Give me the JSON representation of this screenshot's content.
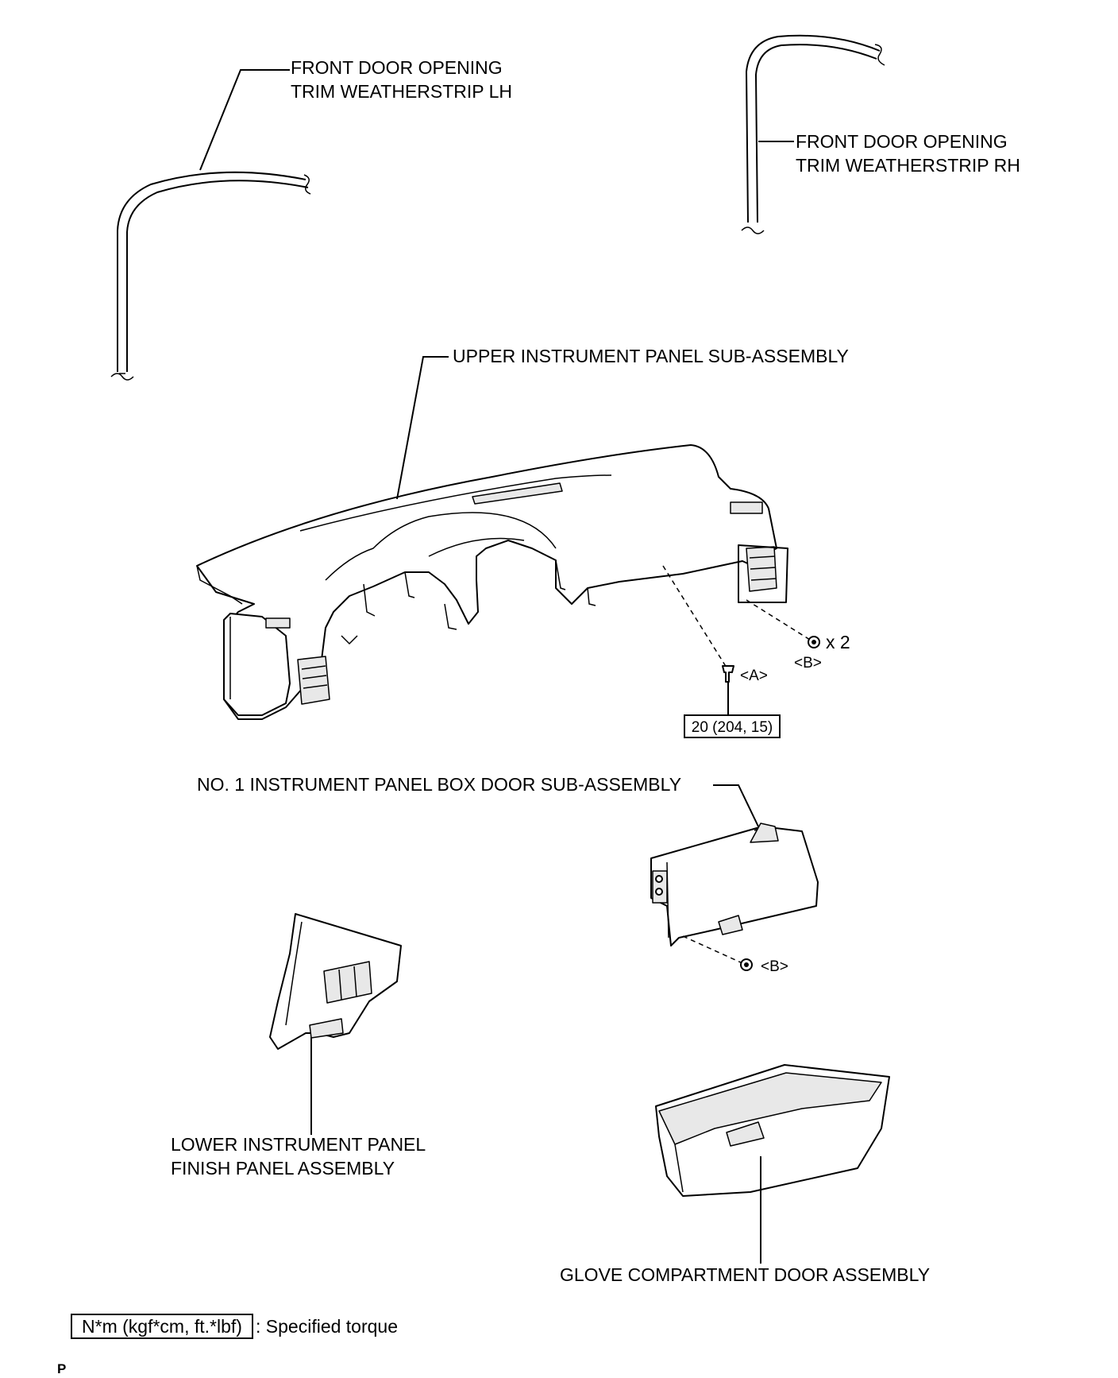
{
  "labels": {
    "front_door_lh_line1": "FRONT DOOR OPENING",
    "front_door_lh_line2": "TRIM WEATHERSTRIP LH",
    "front_door_rh_line1": "FRONT DOOR OPENING",
    "front_door_rh_line2": "TRIM WEATHERSTRIP RH",
    "upper_panel": "UPPER INSTRUMENT PANEL SUB-ASSEMBLY",
    "box_door": "NO. 1 INSTRUMENT PANEL BOX DOOR SUB-ASSEMBLY",
    "lower_finish_line1": "LOWER INSTRUMENT PANEL",
    "lower_finish_line2": "FINISH PANEL ASSEMBLY",
    "glove_door": "GLOVE COMPARTMENT DOOR ASSEMBLY"
  },
  "fasteners": {
    "a": "<A>",
    "b_upper": "<B>",
    "b_qty": "x 2",
    "b_lower": "<B>"
  },
  "torque": {
    "value": "20 (204, 15)"
  },
  "legend": {
    "units": "N*m (kgf*cm, ft.*lbf)",
    "desc": ": Specified torque"
  },
  "footer": {
    "mark": "P"
  }
}
